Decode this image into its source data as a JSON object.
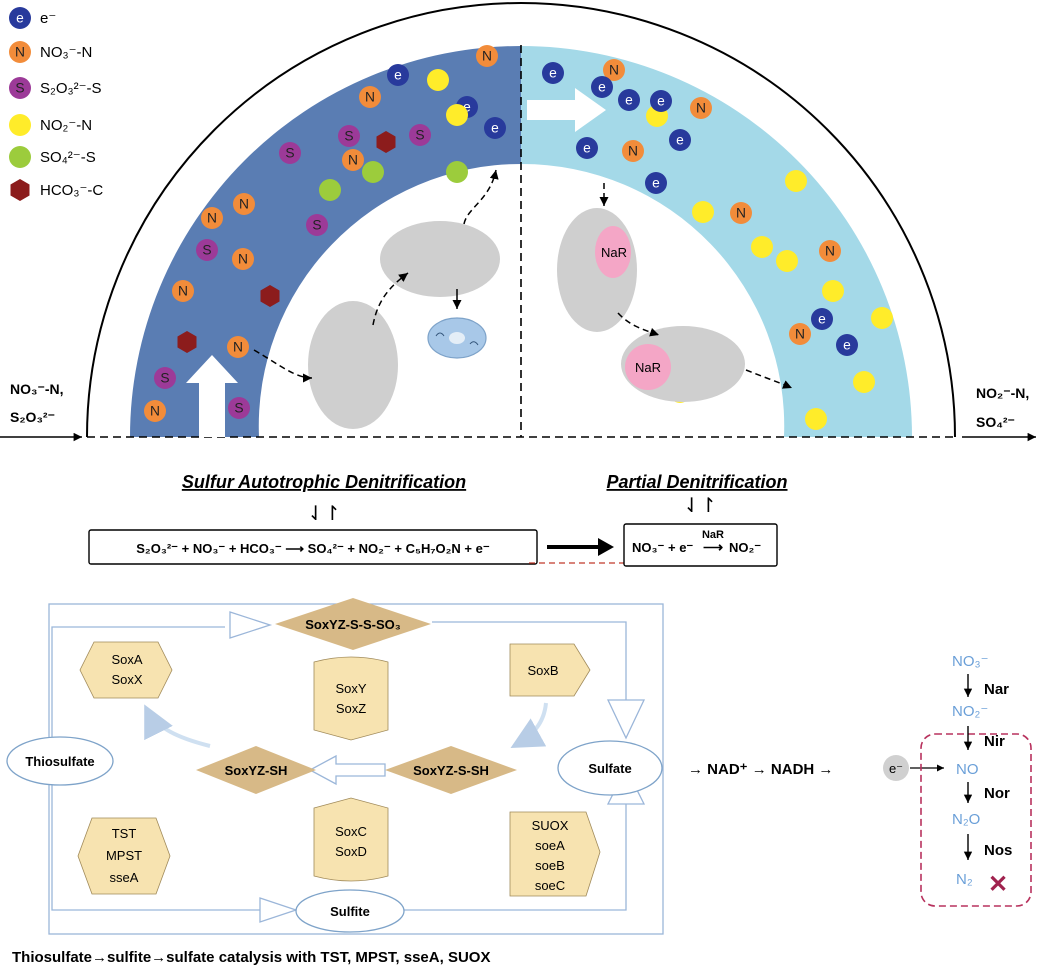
{
  "legend": [
    {
      "id": "e",
      "symbol": "e",
      "label": "e⁻",
      "color": "#283a9c"
    },
    {
      "id": "n",
      "symbol": "N",
      "label": "NO₃⁻-N",
      "color": "#f28c3a"
    },
    {
      "id": "s",
      "symbol": "S",
      "label": "S₂O₃²⁻-S",
      "color": "#9c3a98"
    },
    {
      "id": "no2",
      "symbol": "",
      "label": "NO₂⁻-N",
      "color": "#ffec2a"
    },
    {
      "id": "so4",
      "symbol": "",
      "label": "SO₄²⁻-S",
      "color": "#9ccc3c"
    },
    {
      "id": "hco3",
      "symbol": "",
      "label": "HCO₃⁻-C",
      "color": "#8c1c1c"
    }
  ],
  "colors": {
    "dark_band": "#5a7db3",
    "light_band": "#a4d9e8",
    "cell": "#cfcfcf",
    "nar": "#f4a6c6",
    "enzyme": "#f7e3b0",
    "diamond": "#d7b987",
    "pathway_line": "#9bb6d9",
    "n_species": "#6a9fd8",
    "dashed_box": "#b8325e"
  },
  "top": {
    "inlet_label_1": "NO₃⁻-N,",
    "inlet_label_2": "S₂O₃²⁻",
    "outlet_label_1": "NO₂⁻-N,",
    "outlet_label_2": "SO₄²⁻",
    "enzyme_nar": "NaR",
    "e_symbol": "e",
    "n_symbol": "N",
    "s_symbol": "S"
  },
  "middle": {
    "sad_title": "Sulfur Autotrophic Denitrification",
    "pd_title": "Partial Denitrification",
    "eq_sad": "S₂O₃²⁻ + NO₃⁻ + HCO₃⁻ ⟶ SO₄²⁻ + NO₂⁻ + C₅H₇O₂N + e⁻",
    "eq_pd_left": "NO₃⁻ + e⁻",
    "eq_pd_arrow": "⟶",
    "eq_pd_above": "NaR",
    "eq_pd_right": "NO₂⁻",
    "exchange_arrows": "⇃↾"
  },
  "pathway": {
    "soxyz_sss": "SoxYZ-S-S-SO₃",
    "soxa": "SoxA",
    "soxx": "SoxX",
    "soxb": "SoxB",
    "soxy": "SoxY",
    "soxz": "SoxZ",
    "thiosulfate": "Thiosulfate",
    "soxyz_sh": "SoxYZ-SH",
    "soxyz_ssh": "SoxYZ-S-SH",
    "sulfate": "Sulfate",
    "soxc": "SoxC",
    "soxd": "SoxD",
    "tst": "TST",
    "mpst": "MPST",
    "ssea": "sseA",
    "suox": "SUOX",
    "soea": "soeA",
    "soeb": "soeB",
    "soec": "soeC",
    "sulfite": "Sulfite",
    "caption": "Thiosulfate→sulfite→sulfate catalysis with TST, MPST, sseA, SUOX"
  },
  "chain": {
    "nad_text": "→ NAD⁺ → NADH →",
    "e_text": "e⁻",
    "no3": "NO₃⁻",
    "nar": "Nar",
    "no2": "NO₂⁻",
    "nir": "Nir",
    "no": "NO",
    "nor": "Nor",
    "n2o": "N₂O",
    "nos": "Nos",
    "n2": "N₂",
    "cross": "✕"
  }
}
